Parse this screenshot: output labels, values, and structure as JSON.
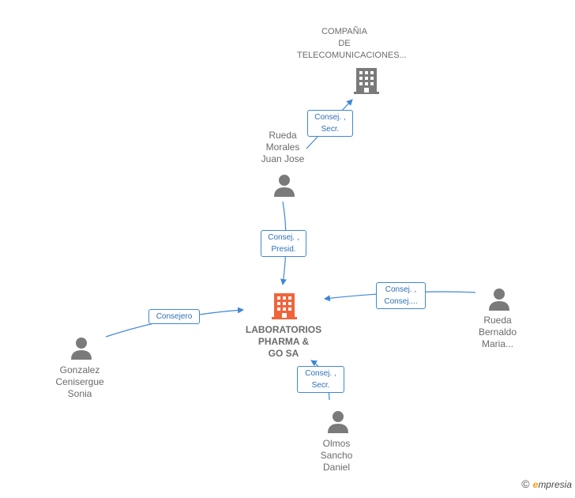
{
  "colors": {
    "edge": "#3f87d6",
    "person_icon": "#7a7a7a",
    "company_icon": "#7a7a7a",
    "central_icon": "#f0643a",
    "label_text": "#6b6b6b",
    "edge_label_text": "#2f6fb8"
  },
  "nodes": {
    "central": {
      "lines": [
        "LABORATORIOS",
        "PHARMA &",
        "GO SA"
      ],
      "icon": "building-icon-highlighted"
    },
    "telecom": {
      "lines": [
        "COMPAÑIA",
        "DE",
        "TELECOMUNICACIONES..."
      ],
      "icon": "building-icon"
    },
    "rueda_juan": {
      "lines": [
        "Rueda",
        "Morales",
        "Juan Jose"
      ],
      "icon": "person-icon"
    },
    "rueda_bernaldo": {
      "lines": [
        "Rueda",
        "Bernaldo",
        "Maria..."
      ],
      "icon": "person-icon"
    },
    "gonzalez": {
      "lines": [
        "Gonzalez",
        "Cenisergue",
        "Sonia"
      ],
      "icon": "person-icon"
    },
    "olmos": {
      "lines": [
        "Olmos",
        "Sancho",
        "Daniel"
      ],
      "icon": "person-icon"
    }
  },
  "edges": {
    "juan_to_telecom": {
      "lines": [
        "Consej. ,",
        "Secr."
      ]
    },
    "juan_to_central": {
      "lines": [
        "Consej. ,",
        "Presid."
      ]
    },
    "bernaldo_to_central": {
      "lines": [
        "Consej. ,",
        "Consej...."
      ]
    },
    "gonzalez_to_central": {
      "lines": [
        "Consejero"
      ]
    },
    "olmos_to_central": {
      "lines": [
        "Consej. ,",
        "Secr."
      ]
    }
  },
  "brand": {
    "copyright": "©",
    "initial": "e",
    "rest": "mpresia"
  }
}
